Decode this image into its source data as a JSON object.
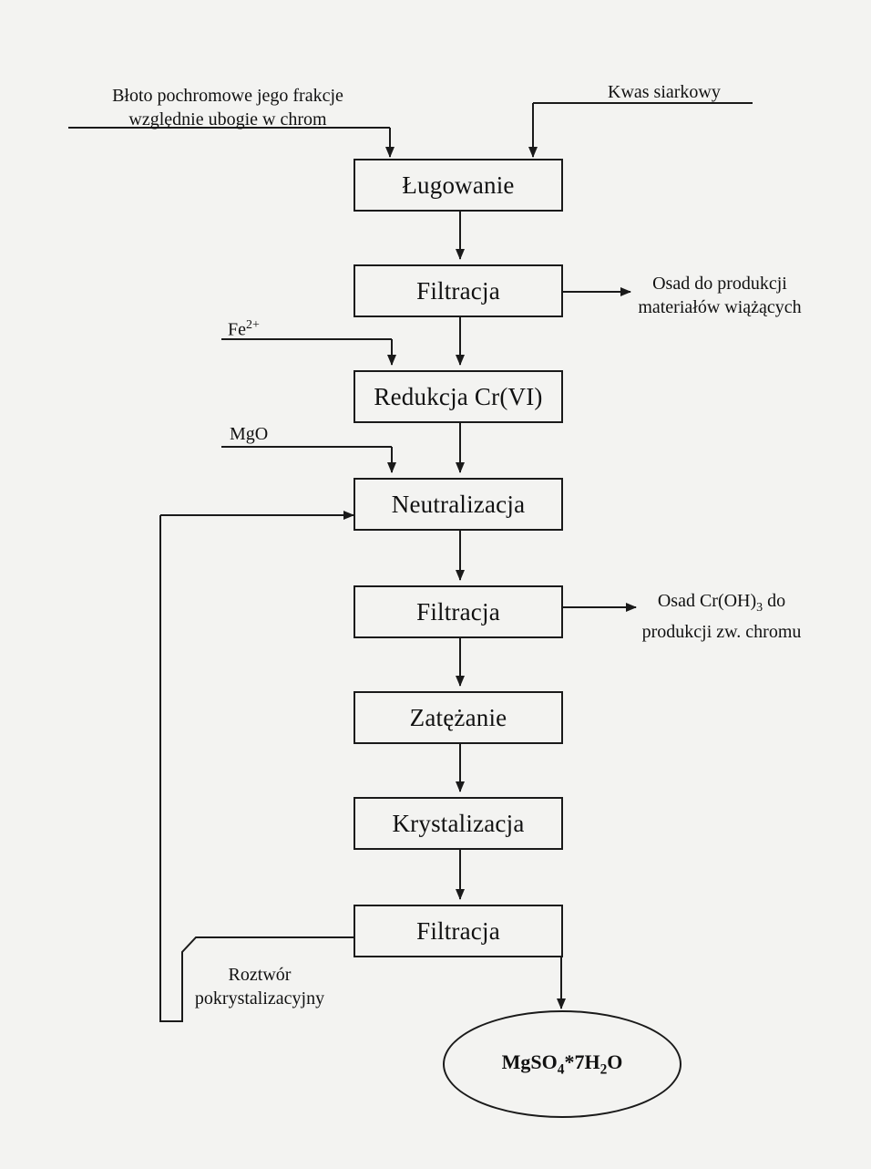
{
  "inputs": {
    "sludge_line1": "Błoto pochromowe jego frakcje",
    "sludge_line2": "względnie ubogie  w chrom",
    "acid": "Kwas siarkowy",
    "fe": "Fe",
    "fe_sup": "2+",
    "mgo": "MgO"
  },
  "steps": {
    "s1": "Ługowanie",
    "s2": "Filtracja",
    "s3": "Redukcja Cr(VI)",
    "s4": "Neutralizacja",
    "s5": "Filtracja",
    "s6": "Zatężanie",
    "s7": "Krystalizacja",
    "s8": "Filtracja"
  },
  "outputs": {
    "residue1_line1": "Osad do produkcji",
    "residue1_line2": "materiałów wiążących",
    "residue2_a": "Osad Cr(OH)",
    "residue2_sub": "3",
    "residue2_b": " do",
    "residue2_line2": "produkcji zw. chromu",
    "mother_line1": "Roztwór",
    "mother_line2": "pokrystalizacyjny",
    "product_a": "MgSO",
    "product_sub": "4",
    "product_b": "*7H",
    "product_sub2": "2",
    "product_c": "O"
  }
}
